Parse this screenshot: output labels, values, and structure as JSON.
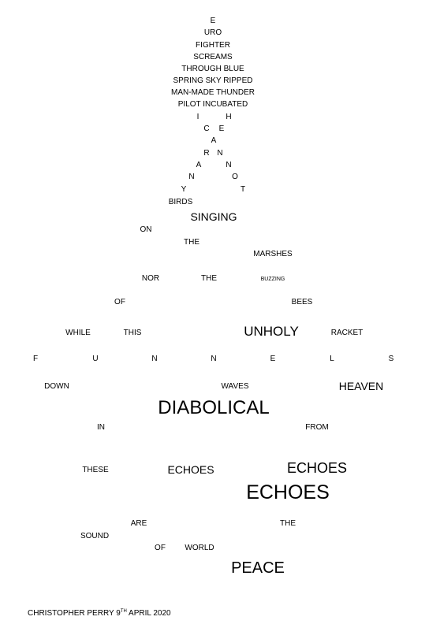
{
  "poem": {
    "e": "E",
    "uro": "URO",
    "fighter": "FIGHTER",
    "screams": "SCREAMS",
    "through_blue": "THROUGH BLUE",
    "spring_sky_ripped": "SPRING SKY RIPPED",
    "man_made_thunder": "MAN-MADE THUNDER",
    "pilot_incubated": "PILOT INCUBATED",
    "l_i": "I",
    "r_h": "H",
    "l_c": "C",
    "r_e": "E",
    "m_a": "A",
    "l_r": "R",
    "r_n": "N",
    "l_a": "A",
    "r_n2": "N",
    "l_n": "N",
    "r_o": "O",
    "l_y": "Y",
    "r_t": "T",
    "birds": "BIRDS",
    "singing": "SINGING",
    "on": "ON",
    "the1": "THE",
    "marshes": "MARSHES",
    "nor": "NOR",
    "the2": "THE",
    "buzzing": "BUZZING",
    "of1": "OF",
    "bees": "BEES",
    "while": "WHILE",
    "this": "THIS",
    "unholy": "UNHOLY",
    "racket": "RACKET",
    "funnels": [
      "F",
      "U",
      "N",
      "N",
      "E",
      "L",
      "S"
    ],
    "down": "DOWN",
    "waves": "WAVES",
    "heaven": "HEAVEN",
    "diabolical": "DIABOLICAL",
    "in": "IN",
    "from": "FROM",
    "these": "THESE",
    "echoes1": "ECHOES",
    "echoes2": "ECHOES",
    "echoes3": "ECHOES",
    "are": "ARE",
    "the3": "THE",
    "sound": "SOUND",
    "of2": "OF",
    "world": "WORLD",
    "peace": "PEACE"
  },
  "signature": {
    "name_date": "CHRISTOPHER PERRY 9",
    "sup": "TH",
    "month_year": " APRIL 2020"
  }
}
